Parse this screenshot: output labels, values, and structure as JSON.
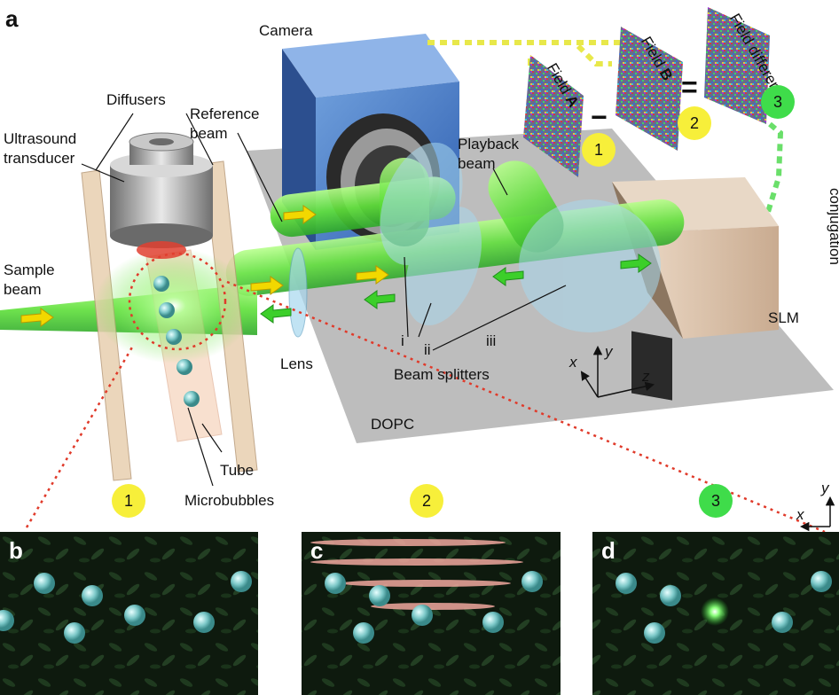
{
  "figure_label": "a",
  "labels": {
    "camera": "Camera",
    "diffusers": "Diffusers",
    "ultrasound_transducer": "Ultrasound\ntransducer",
    "reference_beam": "Reference\nbeam",
    "sample_beam": "Sample\nbeam",
    "playback_beam": "Playback\nbeam",
    "lens": "Lens",
    "beam_splitters": "Beam splitters",
    "splitter_i": "i",
    "splitter_ii": "ii",
    "splitter_iii": "iii",
    "dopc": "DOPC",
    "slm": "SLM",
    "tube": "Tube",
    "microbubbles": "Microbubbles",
    "phase_conjugation": "Phase\nconjugation"
  },
  "fields": {
    "field_a_prefix": "Field ",
    "field_a_letter": "A",
    "field_b_prefix": "Field ",
    "field_b_letter": "B",
    "field_difference": "Field difference",
    "minus": "−",
    "equals": "="
  },
  "markers": {
    "m1": "1",
    "m2": "2",
    "m3": "3",
    "colors": {
      "yellow": "#f7ef3a",
      "green": "#3fdc4a"
    }
  },
  "axes": {
    "x": "x",
    "y": "y",
    "z": "z"
  },
  "panels": {
    "b": "b",
    "c": "c",
    "d": "d"
  },
  "panel_axes": {
    "x": "x",
    "y": "y"
  }
}
